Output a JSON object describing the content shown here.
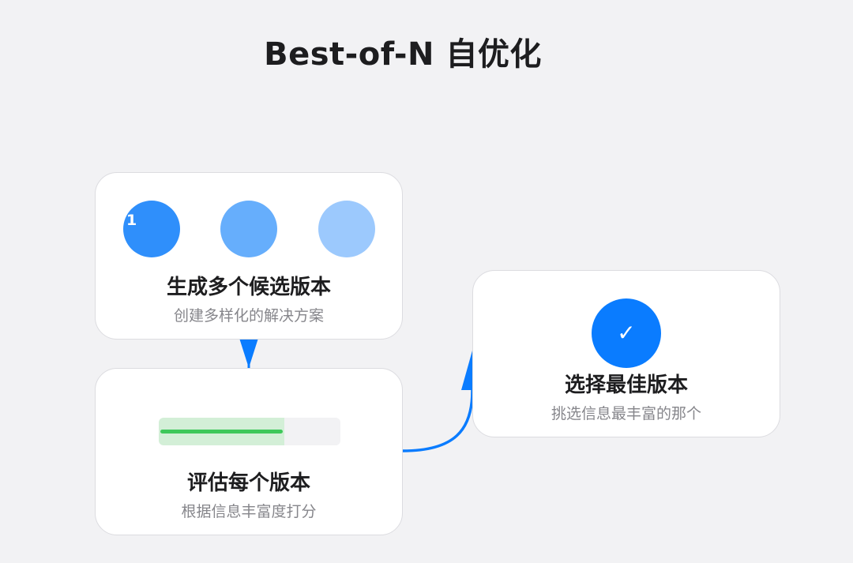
{
  "title": "Best-of-N 自优化",
  "colors": {
    "background": "#f2f2f4",
    "card_border": "#dcdce0",
    "accent_blue": "#0a7cff",
    "candidate_1": "#2f8ffb",
    "candidate_2": "#66aefc",
    "candidate_3": "#9cc9fd",
    "score_fill": "#d3efd7",
    "score_line": "#3ec85a"
  },
  "steps": [
    {
      "title": "生成多个候选版本",
      "subtitle": "创建多样化的解决方案",
      "candidate_label": "1"
    },
    {
      "title": "评估每个版本",
      "subtitle": "根据信息丰富度打分",
      "score_fraction": 0.69
    },
    {
      "title": "选择最佳版本",
      "subtitle": "挑选信息最丰富的那个",
      "check_icon": "✓"
    }
  ]
}
